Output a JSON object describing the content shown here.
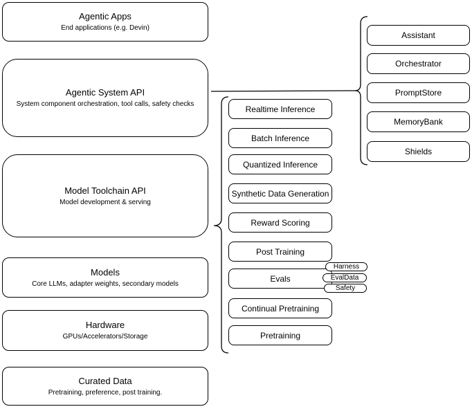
{
  "diagram": {
    "left_stack": [
      {
        "title": "Agentic Apps",
        "subtitle": "End applications (e.g. Devin)"
      },
      {
        "title": "Agentic System API",
        "subtitle": "System component orchestration, tool calls, safety checks"
      },
      {
        "title": "Model Toolchain API",
        "subtitle": "Model development & serving"
      },
      {
        "title": "Models",
        "subtitle": "Core LLMs, adapter weights, secondary models"
      },
      {
        "title": "Hardware",
        "subtitle": "GPUs/Accelerators/Storage"
      },
      {
        "title": "Curated Data",
        "subtitle": "Pretraining, preference, post training."
      }
    ],
    "toolchain_items": [
      "Realtime Inference",
      "Batch Inference",
      "Quantized Inference",
      "Synthetic Data Generation",
      "Reward Scoring",
      "Post Training",
      "Evals",
      "Continual Pretraining",
      "Pretraining"
    ],
    "system_components": [
      "Assistant",
      "Orchestrator",
      "PromptStore",
      "MemoryBank",
      "Shields"
    ],
    "eval_tags": [
      "Harness",
      "EvalData",
      "Safety"
    ],
    "colors": {
      "stroke": "#000000",
      "fill": "#ffffff",
      "canvas": "#ffffff"
    }
  }
}
